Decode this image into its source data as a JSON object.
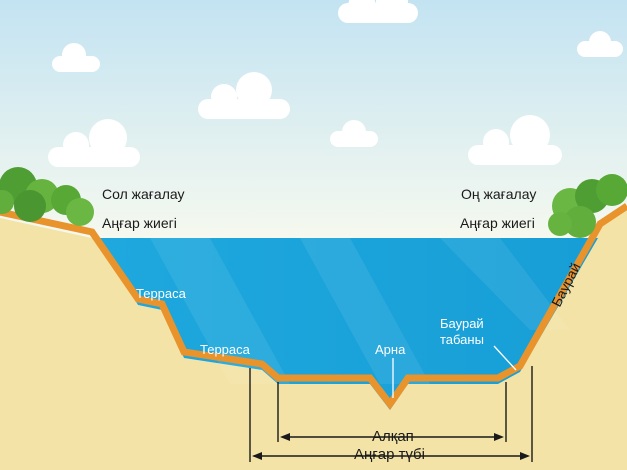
{
  "labels": {
    "left_bank": "Сол жағалау",
    "left_edge": "Аңғар жиегі",
    "right_bank": "Оң жағалау",
    "right_edge": "Аңғар жиегі",
    "terrace_upper": "Терраса",
    "terrace_lower": "Терраса",
    "channel": "Арна",
    "slope_foot_line1": "Баурай",
    "slope_foot_line2": "табаны",
    "slope": "Баурай",
    "floodplain": "Алқап",
    "valley_floor": "Аңғар түбі"
  },
  "colors": {
    "sky_top": "#c9e6f3",
    "sky_bottom": "#f3f8f2",
    "ground": "#f4e3a6",
    "bank_outline": "#e8932b",
    "water": "#1aa5dc",
    "trees": "#5fae3a",
    "clouds": "#ffffff"
  }
}
